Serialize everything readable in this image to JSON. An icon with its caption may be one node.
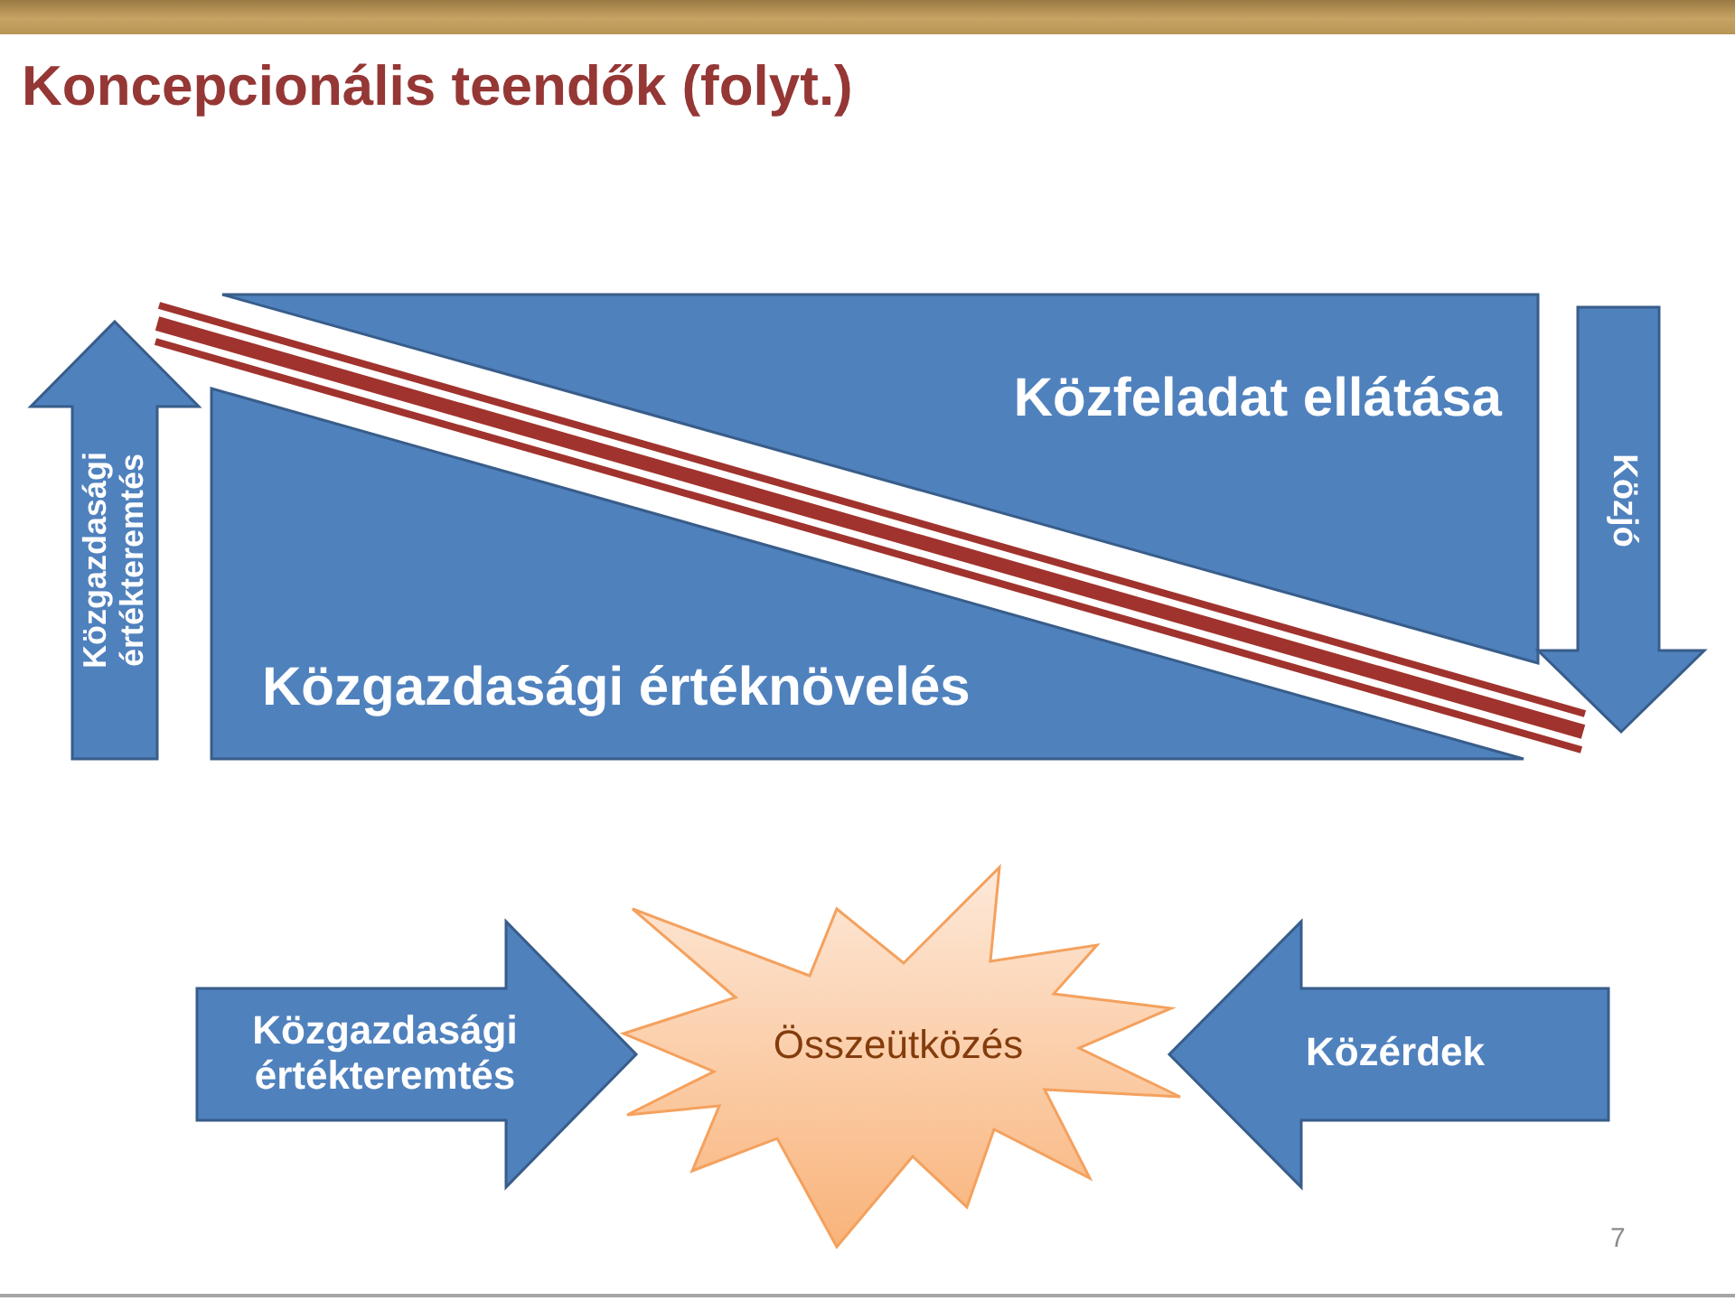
{
  "diagram": {
    "title": "Koncepcionális teendők (folyt.)",
    "nodes": [
      {
        "text": [
          "Közgazdasági értékteremtés"
        ]
      },
      {
        "text": [
          "Közfeladat ellátása"
        ]
      },
      {
        "text": [
          "Közgazdasági értéknövelés"
        ]
      },
      {
        "text": [
          "Közjó"
        ]
      },
      {
        "text": [
          "Közgazdasági értékteremtés"
        ]
      },
      {
        "text": [
          "Összeütközés"
        ]
      },
      {
        "text": [
          "Közérdek"
        ]
      }
    ],
    "labels": [
      "7"
    ]
  }
}
